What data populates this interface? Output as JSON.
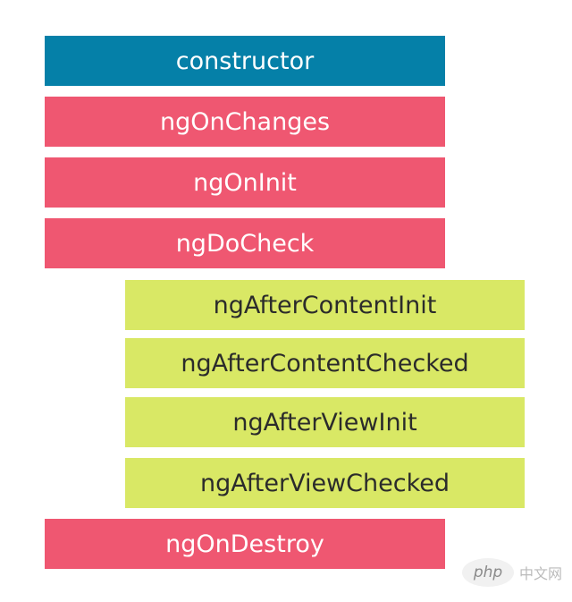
{
  "diagram": {
    "hooks": [
      {
        "label": "constructor",
        "category": "constructor",
        "color": "#0580a8"
      },
      {
        "label": "ngOnChanges",
        "category": "component",
        "color": "#ef5771"
      },
      {
        "label": "ngOnInit",
        "category": "component",
        "color": "#ef5771"
      },
      {
        "label": "ngDoCheck",
        "category": "component",
        "color": "#ef5771"
      },
      {
        "label": "ngAfterContentInit",
        "category": "child",
        "color": "#d9e865"
      },
      {
        "label": "ngAfterContentChecked",
        "category": "child",
        "color": "#d9e865"
      },
      {
        "label": "ngAfterViewInit",
        "category": "child",
        "color": "#d9e865"
      },
      {
        "label": "ngAfterViewChecked",
        "category": "child",
        "color": "#d9e865"
      },
      {
        "label": "ngOnDestroy",
        "category": "component",
        "color": "#ef5771"
      }
    ]
  },
  "watermark": {
    "logo_text": "php",
    "suffix_text": "中文网"
  }
}
